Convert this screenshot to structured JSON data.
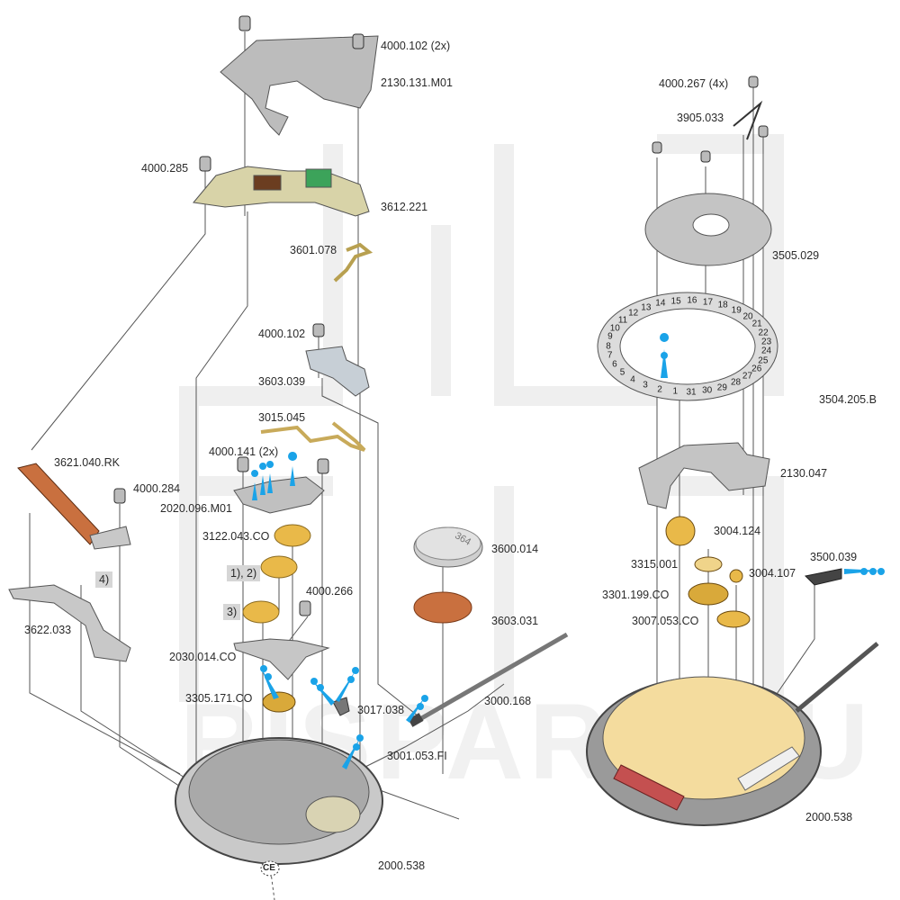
{
  "watermark": "RISPART.RU",
  "colors": {
    "accent_blue": "#1aa3e8",
    "brass": "#e9b949",
    "steel": "#b9b9b9",
    "copper": "#c9703f",
    "movement_gold": "#f4dc9e",
    "line": "#555555",
    "watermark": "#eeeeee"
  },
  "left_assembly": {
    "labels": [
      {
        "id": "screw-4000-102-2x",
        "text": "4000.102 (2x)"
      },
      {
        "id": "bridge-2130-131",
        "text": "2130.131.M01"
      },
      {
        "id": "screw-4000-285",
        "text": "4000.285"
      },
      {
        "id": "circuit-3612-221",
        "text": "3612.221"
      },
      {
        "id": "contact-3601-078",
        "text": "3601.078"
      },
      {
        "id": "screw-4000-102",
        "text": "4000.102"
      },
      {
        "id": "spring-3603-039",
        "text": "3603.039"
      },
      {
        "id": "lever-3015-045",
        "text": "3015.045"
      },
      {
        "id": "coil-3621-040",
        "text": "3621.040.RK"
      },
      {
        "id": "screw-4000-141-2x",
        "text": "4000.141 (2x)"
      },
      {
        "id": "screw-4000-284",
        "text": "4000.284"
      },
      {
        "id": "bridge-2020-096",
        "text": "2020.096.M01"
      },
      {
        "id": "wheel-3122-043",
        "text": "3122.043.CO"
      },
      {
        "id": "screw-4000-266",
        "text": "4000.266"
      },
      {
        "id": "stator-3622-033",
        "text": "3622.033"
      },
      {
        "id": "bridge-2030-014",
        "text": "2030.014.CO"
      },
      {
        "id": "wheel-3305-171",
        "text": "3305.171.CO"
      },
      {
        "id": "part-3017-038",
        "text": "3017.038"
      },
      {
        "id": "crown-3001-053",
        "text": "3001.053.FI"
      },
      {
        "id": "stem-3000-168",
        "text": "3000.168"
      },
      {
        "id": "battery-3600-014",
        "text": "3600.014"
      },
      {
        "id": "insulator-3603-031",
        "text": "3603.031"
      },
      {
        "id": "mainplate-2000-538-left",
        "text": "2000.538"
      }
    ],
    "notes": [
      {
        "id": "note-4",
        "text": "4)"
      },
      {
        "id": "note-1-2",
        "text": "1), 2)"
      },
      {
        "id": "note-3",
        "text": "3)"
      }
    ],
    "battery_marking": "364",
    "ce_mark": "CE"
  },
  "right_assembly": {
    "labels": [
      {
        "id": "screw-4000-267-4x",
        "text": "4000.267 (4x)"
      },
      {
        "id": "spring-3905-033",
        "text": "3905.033"
      },
      {
        "id": "plate-3505-029",
        "text": "3505.029"
      },
      {
        "id": "datering-3504-205",
        "text": "3504.205.B"
      },
      {
        "id": "plate-2130-047",
        "text": "2130.047"
      },
      {
        "id": "wheel-3004-124",
        "text": "3004.124"
      },
      {
        "id": "washer-3315-001",
        "text": "3315.001"
      },
      {
        "id": "wheel-3004-107",
        "text": "3004.107"
      },
      {
        "id": "lever-3500-039",
        "text": "3500.039"
      },
      {
        "id": "wheel-3301-199",
        "text": "3301.199.CO"
      },
      {
        "id": "wheel-3007-053",
        "text": "3007.053.CO"
      },
      {
        "id": "mainplate-2000-538-right",
        "text": "2000.538"
      }
    ],
    "date_ring_numbers": [
      "1",
      "2",
      "3",
      "4",
      "5",
      "6",
      "7",
      "8",
      "9",
      "10",
      "11",
      "12",
      "13",
      "14",
      "15",
      "16",
      "17",
      "18",
      "19",
      "20",
      "21",
      "22",
      "23",
      "24",
      "25",
      "26",
      "27",
      "28",
      "29",
      "30",
      "31"
    ]
  }
}
